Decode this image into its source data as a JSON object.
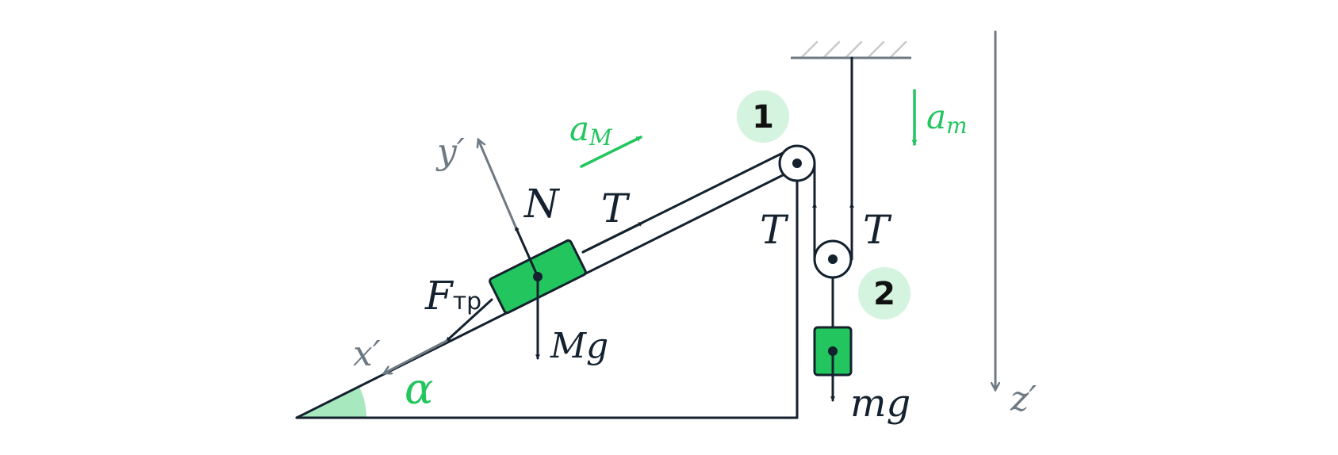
{
  "labels": {
    "N": "N",
    "T_incline": "T",
    "T_left": "T",
    "T_right": "T",
    "F_main": "F",
    "F_sub": "тр",
    "Mg": "Mg",
    "mg": "mg",
    "aM_main": "a",
    "aM_sub": "M",
    "am_main": "a",
    "am_sub": "m",
    "x_axis": "x′",
    "y_axis": "y′",
    "z_axis": "z′",
    "alpha": "α",
    "pulley1": "1",
    "pulley2": "2"
  },
  "icons": {
    "fixed_pulley": "pulley-circle",
    "movable_pulley": "pulley-circle",
    "ceiling_support": "hatched-ceiling"
  },
  "colors": {
    "ink": "#14212e",
    "axis_grey": "#6e7a83",
    "accent_green": "#22c55e",
    "badge_green": "#d4f4df"
  }
}
